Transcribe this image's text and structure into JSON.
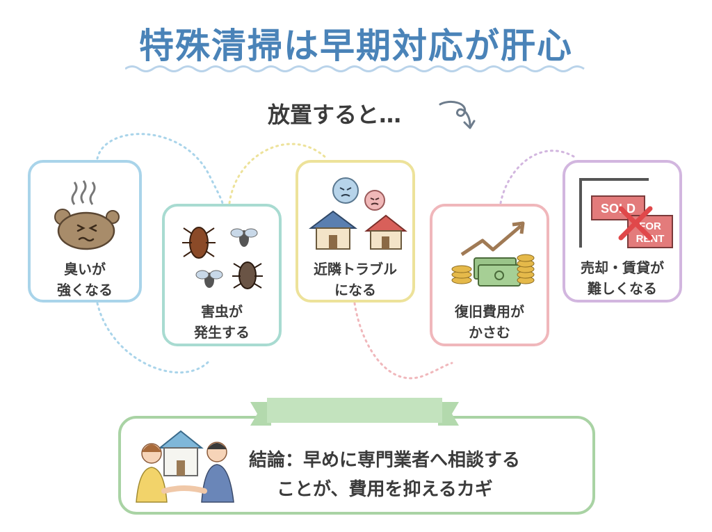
{
  "title": "特殊清掃は早期対応が肝心",
  "subtitle": "放置すると…",
  "cards": [
    {
      "line1": "臭いが",
      "line2": "強くなる",
      "icon": "odor-cloud-icon"
    },
    {
      "line1": "害虫が",
      "line2": "発生する",
      "icon": "insects-icon"
    },
    {
      "line1": "近隣トラブル",
      "line2": "になる",
      "icon": "angry-neighbors-icon"
    },
    {
      "line1": "復旧費用が",
      "line2": "かさむ",
      "icon": "rising-cost-icon"
    },
    {
      "line1": "売却・賃貸が",
      "line2": "難しくなる",
      "icon": "sold-for-rent-sign-icon"
    }
  ],
  "signs": {
    "sold": "SOLD",
    "for": "FOR",
    "rent": "RENT"
  },
  "conclusion": {
    "line1": "結論：早めに専門業者へ相談する",
    "line2": "ことが、費用を抑えるカギ"
  },
  "colors": {
    "title": "#4a83b8",
    "card_blue": "#a9d4ea",
    "card_teal": "#a8dbd1",
    "card_yellow": "#ede29a",
    "card_pink": "#f0b7bb",
    "card_purple": "#d2b6df",
    "conclusion": "#a9d3a4"
  }
}
